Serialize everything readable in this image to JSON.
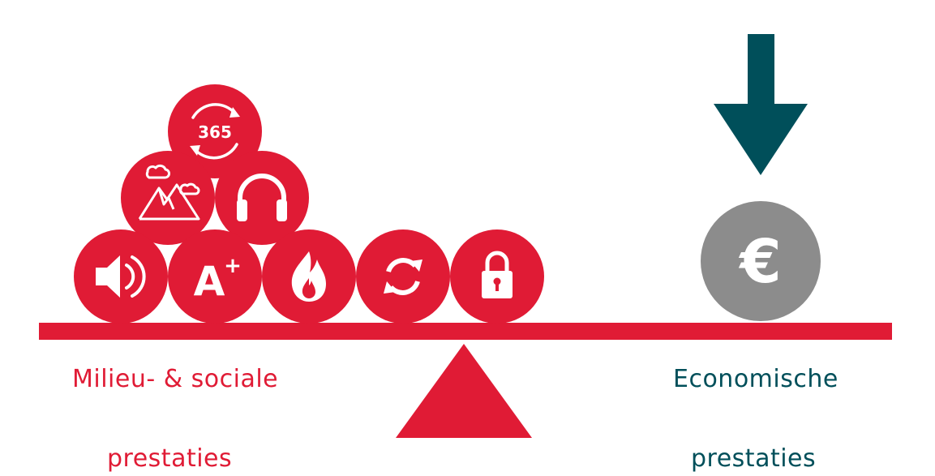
{
  "colors": {
    "red": "#e01b35",
    "teal": "#004f5a",
    "coin": "#8c8c8c",
    "white": "#ffffff"
  },
  "top_circle": {
    "icon": "calendar-365-icon",
    "label": "365"
  },
  "left_circles": [
    {
      "icon": "mountain-icon"
    },
    {
      "icon": "headphones-icon"
    },
    {
      "icon": "speaker-icon"
    },
    {
      "icon": "energy-label-icon",
      "label": "A",
      "superscript": "+"
    },
    {
      "icon": "flame-icon"
    },
    {
      "icon": "recycle-icon"
    },
    {
      "icon": "padlock-icon"
    }
  ],
  "right": {
    "coin_icon": "euro-icon",
    "coin_label": "€",
    "arrow_icon": "down-arrow-icon"
  },
  "captions": {
    "left_line1": "Milieu- & sociale",
    "left_line2": "prestaties",
    "right_line1": "Economische",
    "right_line2": "prestaties"
  }
}
